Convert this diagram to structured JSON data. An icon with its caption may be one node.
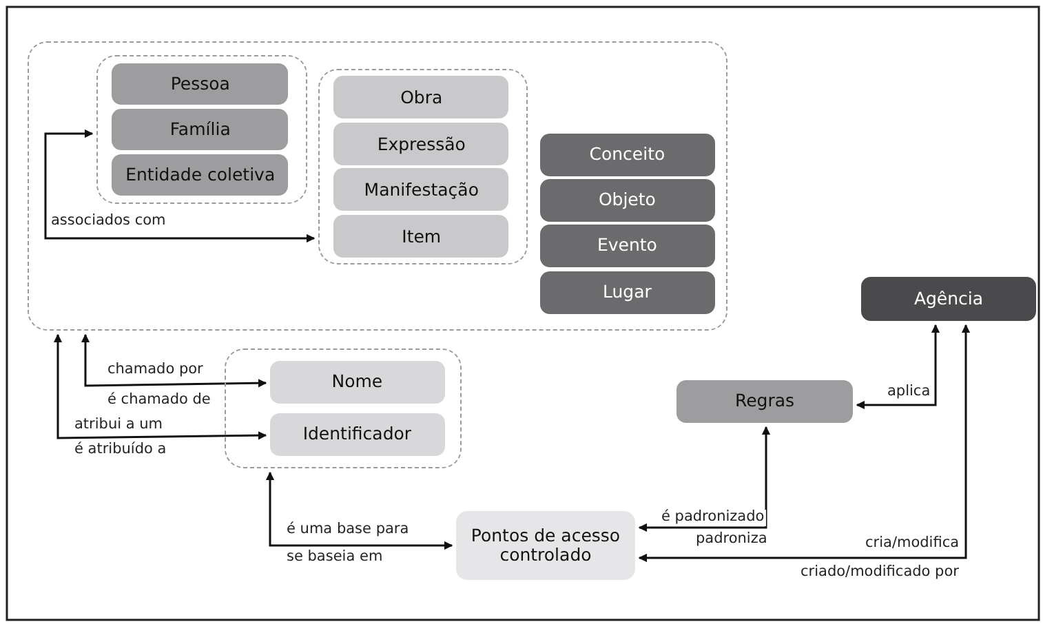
{
  "diagram": {
    "nodes": [
      {
        "text": [],
        "shape": "box"
      },
      {
        "text": [],
        "shape": "box",
        "in": 0
      },
      {
        "text": [
          "Pessoa"
        ],
        "in": 1
      },
      {
        "text": [
          "Família"
        ],
        "in": 1
      },
      {
        "text": [
          "Entidade coletiva"
        ],
        "in": 1
      },
      {
        "text": [],
        "shape": "box",
        "in": 0
      },
      {
        "text": [
          "Obra"
        ],
        "in": 5
      },
      {
        "text": [
          "Expressão"
        ],
        "in": 5
      },
      {
        "text": [
          "Manifestação"
        ],
        "in": 5
      },
      {
        "text": [
          "Item"
        ],
        "in": 5
      },
      {
        "text": [
          "Conceito"
        ],
        "in": 0
      },
      {
        "text": [
          "Objeto"
        ],
        "in": 0
      },
      {
        "text": [
          "Evento"
        ],
        "in": 0
      },
      {
        "text": [
          "Lugar"
        ],
        "in": 0
      },
      {
        "text": [
          "Agência"
        ]
      },
      {
        "text": [
          "Regras"
        ]
      },
      {
        "text": [],
        "shape": "box"
      },
      {
        "text": [
          "Nome"
        ],
        "in": 16
      },
      {
        "text": [
          "Identificador"
        ],
        "in": 16
      },
      {
        "text": [
          "Pontos de acesso controlado"
        ]
      }
    ],
    "edges": [
      {
        "from": 1,
        "to": 5,
        "arrow": "both",
        "label": "associados com"
      },
      {
        "from": 0,
        "to": 17,
        "arrow": "both",
        "label": "chamado por"
      },
      {
        "from": 0,
        "to": 18,
        "arrow": "both",
        "label": "atribui a um"
      },
      {
        "from": 16,
        "to": 19,
        "arrow": "both",
        "label": "é uma base para"
      },
      {
        "from": 19,
        "to": 15,
        "arrow": "both",
        "label": "é padronizado"
      },
      {
        "from": 15,
        "to": 14,
        "arrow": "both",
        "label": "aplica"
      },
      {
        "from": 19,
        "to": 14,
        "arrow": "both",
        "label": "cria/modifica"
      }
    ],
    "labels": [
      "é chamado de",
      "é atribuído a",
      "se baseia em",
      "padroniza",
      "criado/modificado por"
    ]
  }
}
